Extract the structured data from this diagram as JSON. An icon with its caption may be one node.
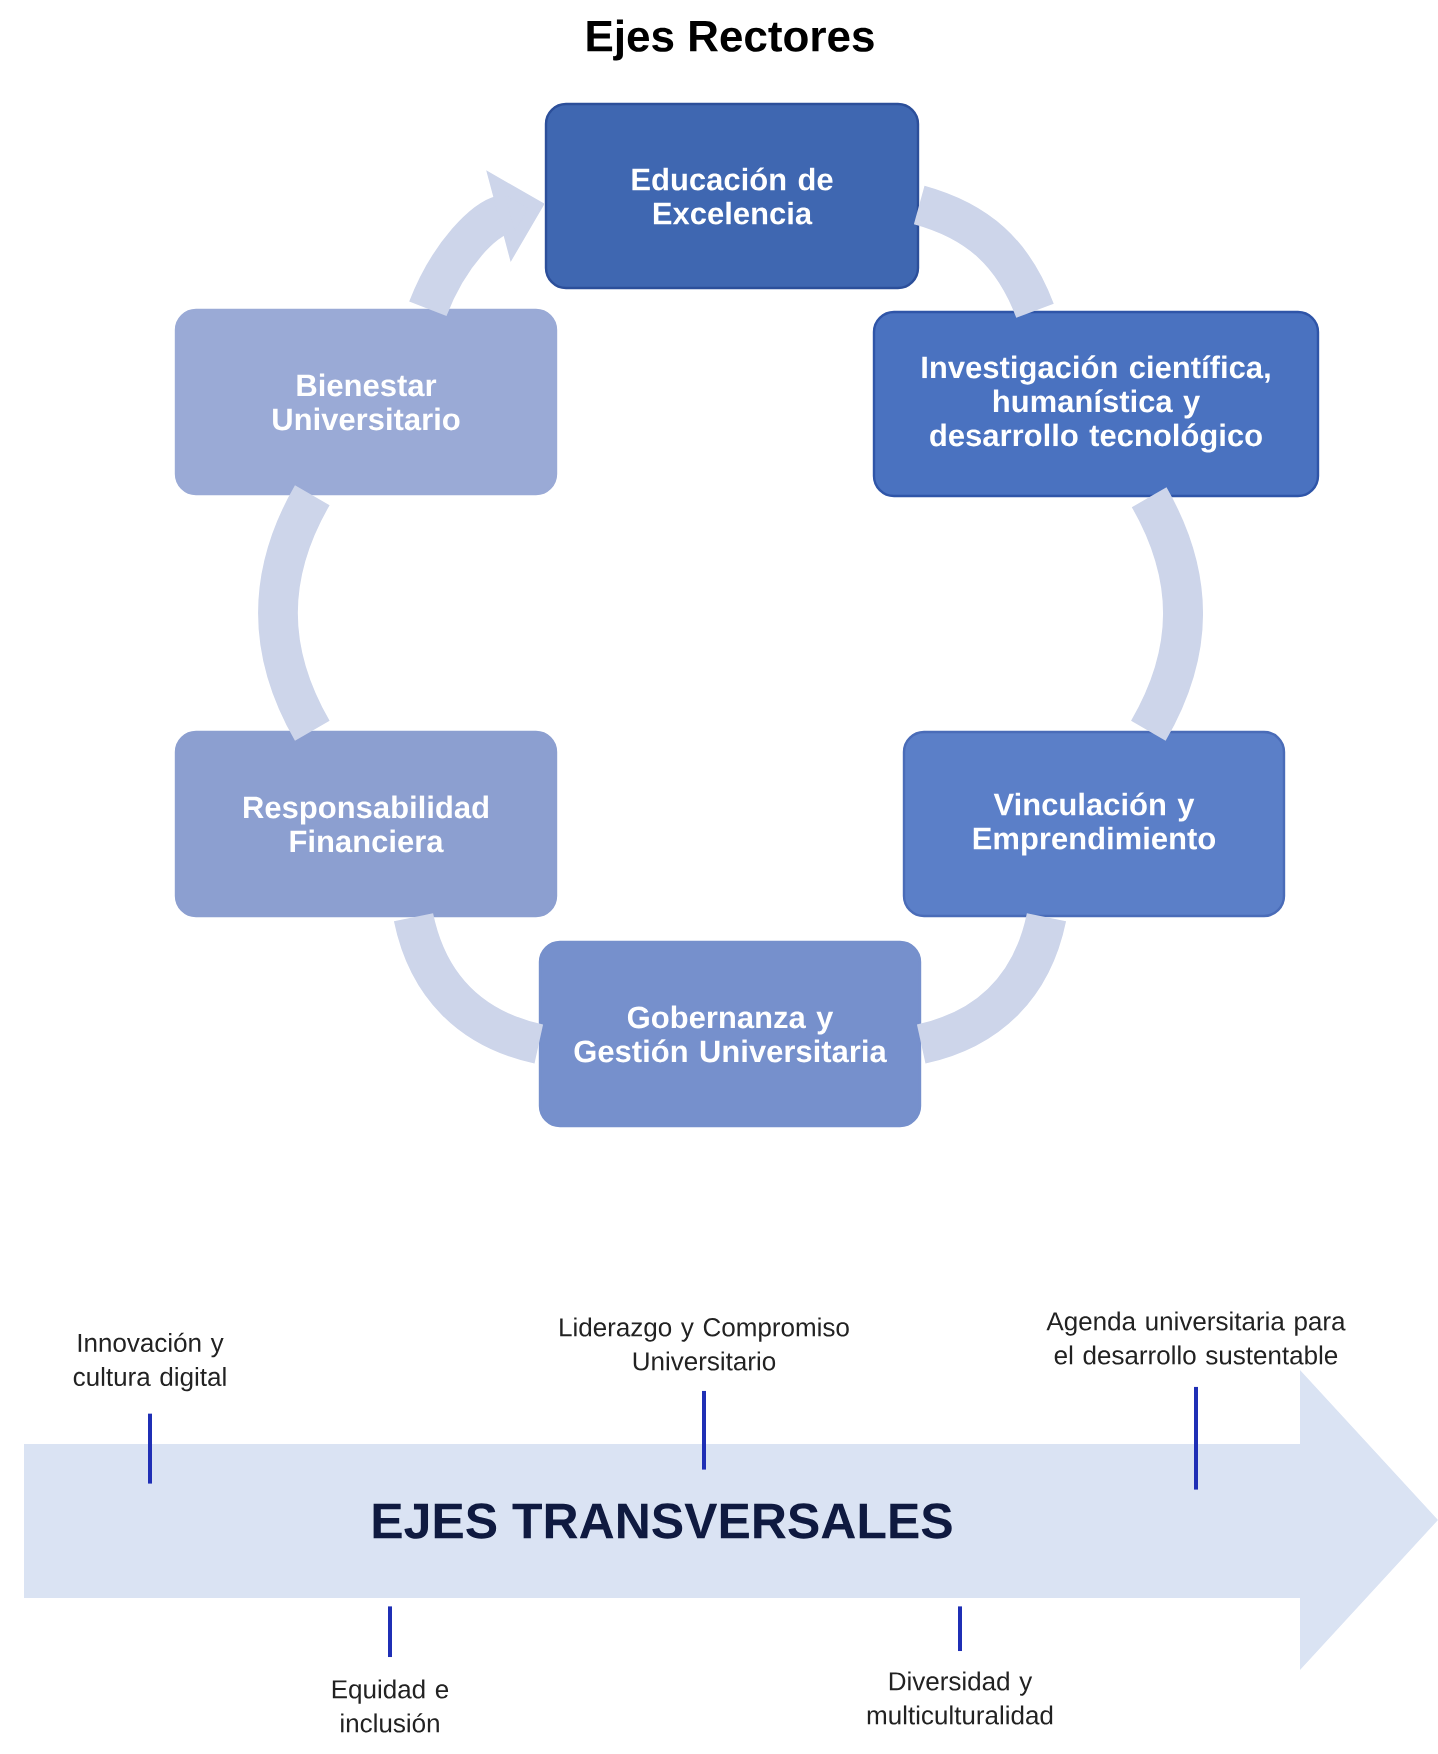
{
  "diagram": {
    "title": "Ejes Rectores",
    "nodes": [
      {
        "text": [
          "Educación de Excelencia"
        ]
      },
      {
        "text": [
          "Investigación científica, humanística y desarrollo tecnológico"
        ]
      },
      {
        "text": [
          "Vinculación y Emprendimiento"
        ]
      },
      {
        "text": [
          "Gobernanza y Gestión Universitaria"
        ]
      },
      {
        "text": [
          "Responsabilidad Financiera"
        ]
      },
      {
        "text": [
          "Bienestar Universitario"
        ]
      },
      {
        "text": [
          "EJES TRANSVERSALES"
        ]
      },
      {
        "text": [
          "Innovación y cultura digital"
        ]
      },
      {
        "text": [
          "Liderazgo y Compromiso Universitario"
        ]
      },
      {
        "text": [
          "Agenda universitaria para el desarrollo sustentable"
        ]
      },
      {
        "text": [
          "Equidad e inclusión"
        ]
      },
      {
        "text": [
          "Diversidad y multiculturalidad"
        ]
      }
    ],
    "edges": [
      {
        "from": 0,
        "to": 1,
        "arrow": "none"
      },
      {
        "from": 1,
        "to": 2,
        "arrow": "none"
      },
      {
        "from": 2,
        "to": 3,
        "arrow": "none"
      },
      {
        "from": 3,
        "to": 4,
        "arrow": "none"
      },
      {
        "from": 4,
        "to": 5,
        "arrow": "none"
      },
      {
        "from": 5,
        "to": 0,
        "arrow": "to"
      },
      {
        "from": 7,
        "to": 6,
        "arrow": "none",
        "color": "#1f2fb5"
      },
      {
        "from": 8,
        "to": 6,
        "arrow": "none",
        "color": "#1f2fb5"
      },
      {
        "from": 9,
        "to": 6,
        "arrow": "none",
        "color": "#1f2fb5"
      },
      {
        "from": 10,
        "to": 6,
        "arrow": "none",
        "color": "#1f2fb5"
      },
      {
        "from": 11,
        "to": 6,
        "arrow": "none",
        "color": "#1f2fb5"
      }
    ]
  }
}
